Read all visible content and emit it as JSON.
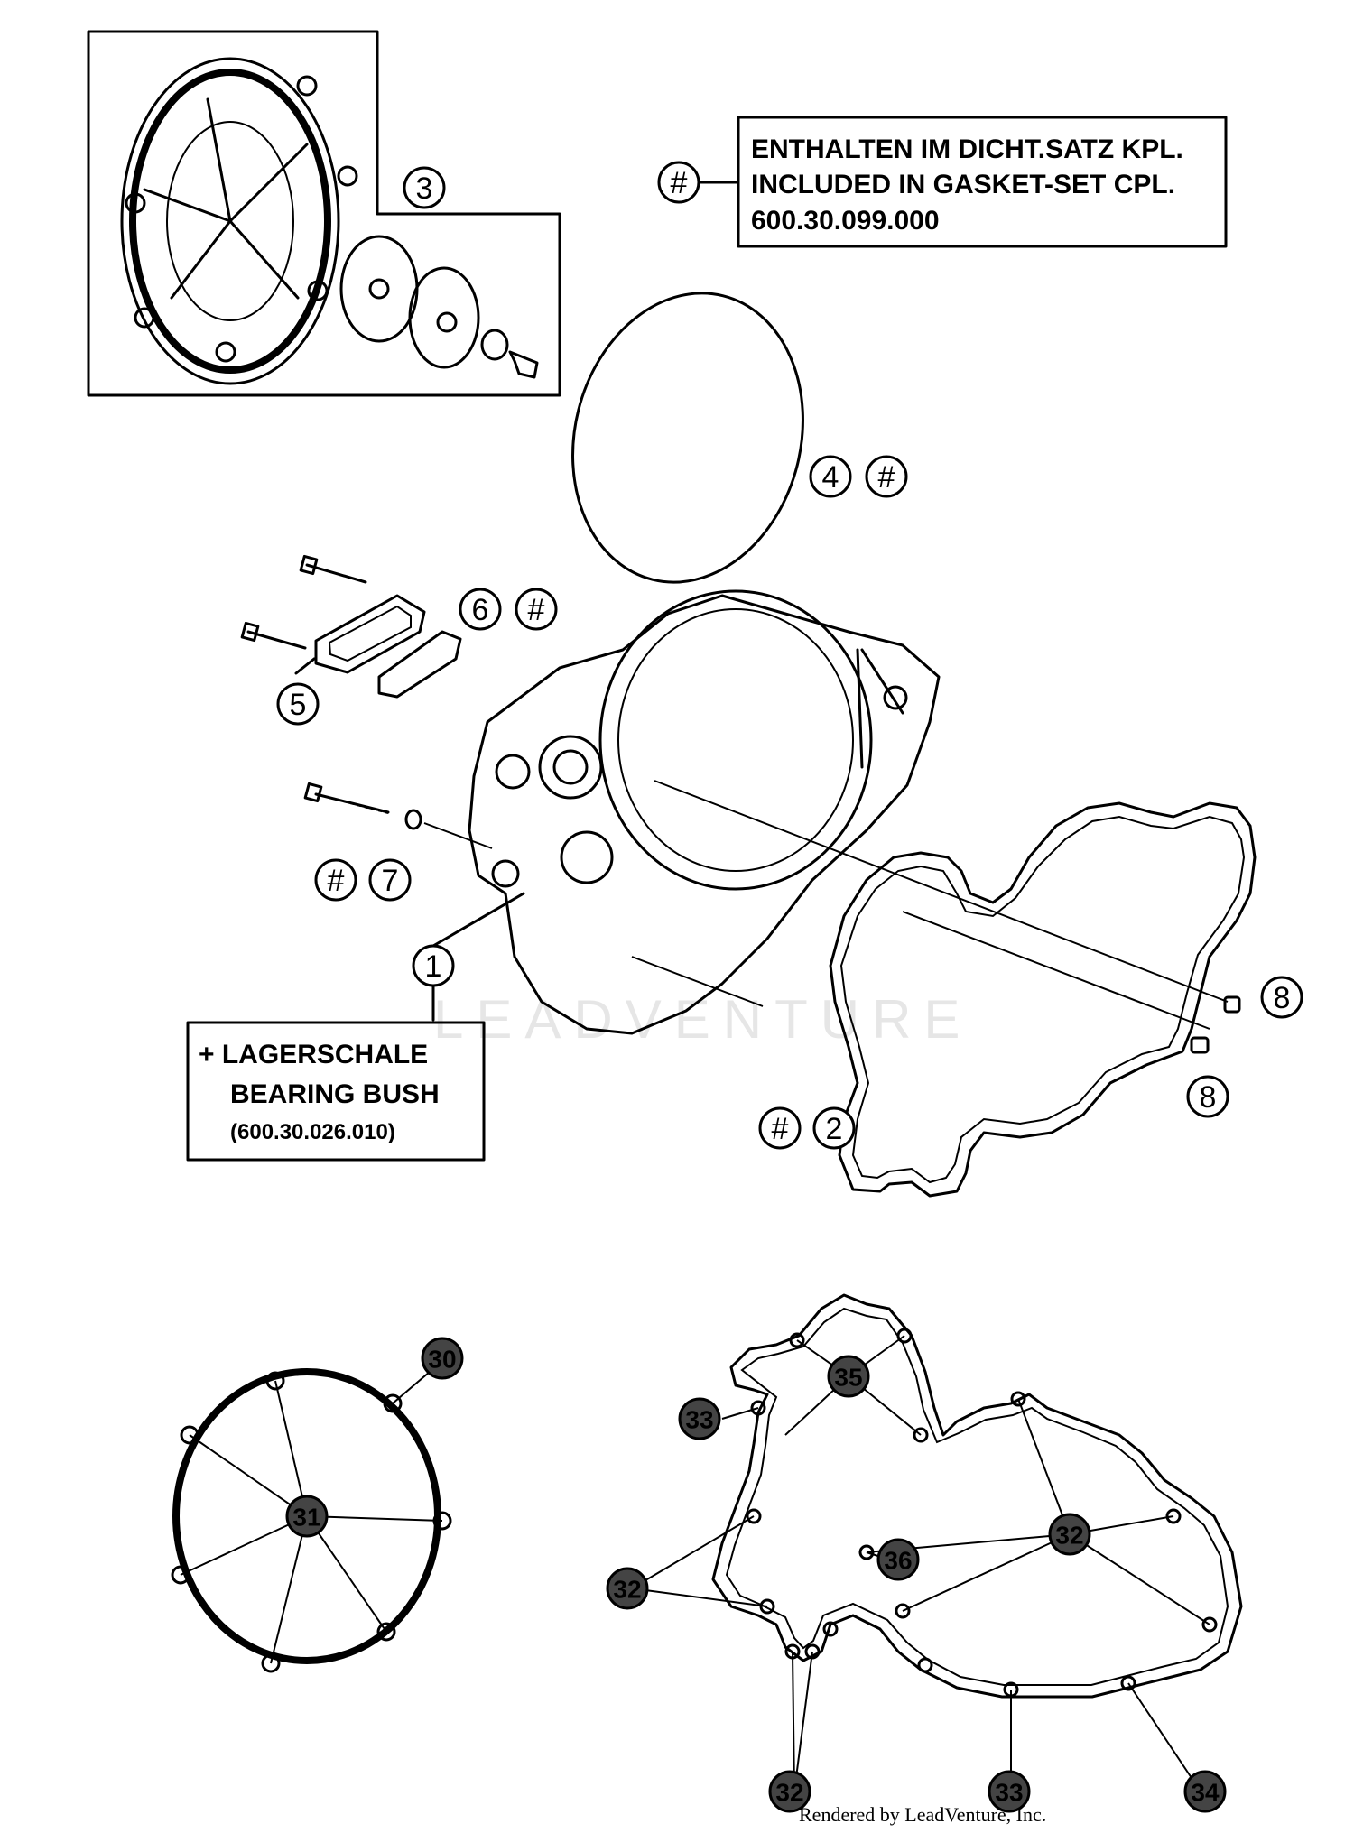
{
  "gasket_set_note": {
    "line1": "ENTHALTEN IM DICHT.SATZ KPL.",
    "line2": "INCLUDED IN GASKET-SET CPL.",
    "line3": "600.30.099.000",
    "symbol": "#"
  },
  "bearing_note": {
    "line1": "+ LAGERSCHALE",
    "line2": "BEARING BUSH",
    "line3": "(600.30.026.010)"
  },
  "callouts": {
    "c1": "1",
    "c2": "2",
    "c3": "3",
    "c4": "4",
    "c5": "5",
    "c6": "6",
    "c7": "7",
    "c8a": "8",
    "c8b": "8",
    "hash": "#"
  },
  "lower_callouts": {
    "c30": "30",
    "c31": "31",
    "c32a": "32",
    "c32b": "32",
    "c32c": "32",
    "c33a": "33",
    "c33b": "33",
    "c34": "34",
    "c35": "35",
    "c36": "36"
  },
  "watermark": "LEADVENTURE",
  "footer": "Rendered by LeadVenture, Inc."
}
